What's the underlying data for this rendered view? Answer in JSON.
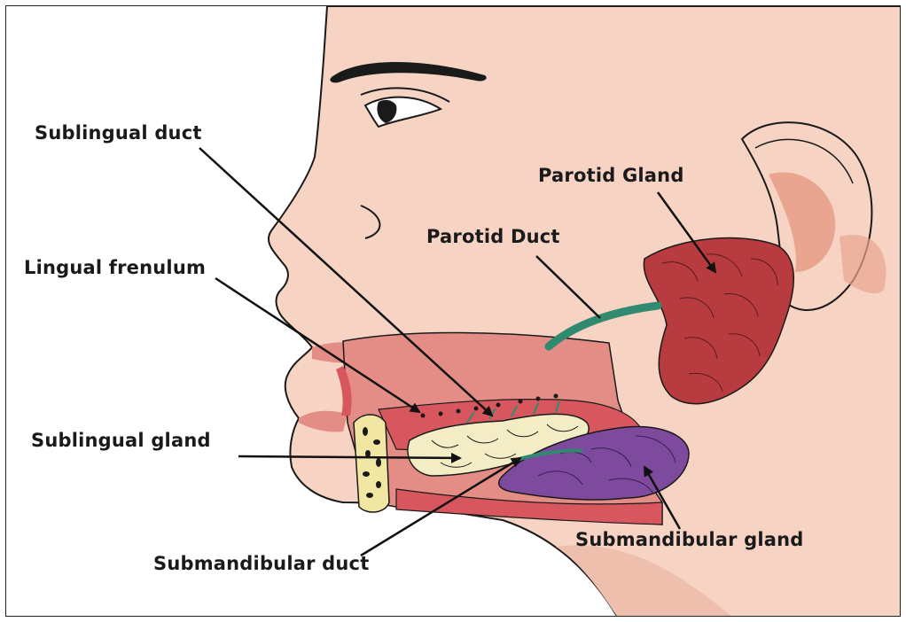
{
  "labels": {
    "sublingual_duct": "Sublingual duct",
    "parotid_gland": "Parotid Gland",
    "parotid_duct": "Parotid Duct",
    "lingual_frenulum": "Lingual frenulum",
    "sublingual_gland": "Sublingual gland",
    "submandibular_gland": "Submandibular gland",
    "submandibular_duct": "Submandibular duct"
  },
  "colors": {
    "skin": "#f6d3c3",
    "skin_shadow": "#e9a590",
    "mouth_cavity": "#e38d86",
    "tongue": "#d8575f",
    "parotid_gland": "#b83b3f",
    "submandibular_gland": "#7d4a9e",
    "sublingual_gland": "#f3ecc4",
    "duct": "#2f8a70",
    "jaw_bone": "#f2e7a2"
  }
}
